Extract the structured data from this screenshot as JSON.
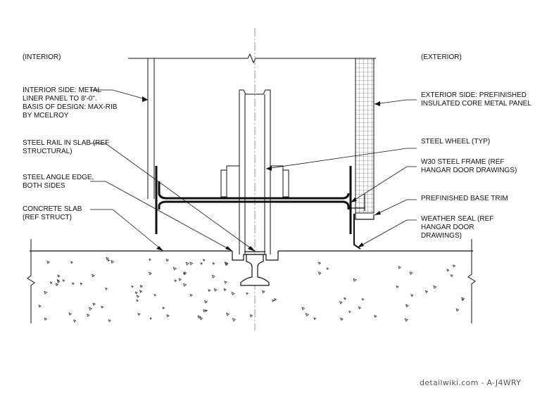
{
  "labels": {
    "interior": "(INTERIOR)",
    "exterior": "(EXTERIOR)",
    "interior_side": [
      "INTERIOR SIDE: METAL",
      "LINER PANEL TO 8'-0\".",
      "BASIS OF DESIGN: MAX-RIB",
      "BY MCELROY"
    ],
    "steel_rail": [
      "STEEL RAIL IN SLAB (REF",
      "STRUCTURAL)"
    ],
    "steel_angle": [
      "STEEL ANGLE EDGE,",
      "BOTH SIDES"
    ],
    "concrete_slab": [
      "CONCRETE SLAB",
      "(REF STRUCT)"
    ],
    "exterior_side": [
      "EXTERIOR SIDE: PREFINISHED",
      "INSULATED CORE METAL PANEL"
    ],
    "steel_wheel": [
      "STEEL WHEEL (TYP)"
    ],
    "w30_frame": [
      "W30 STEEL FRAME (REF",
      "HANGAR DOOR DRAWINGS)"
    ],
    "base_trim": [
      "PREFINISHED BASE TRIM"
    ],
    "weather_seal": [
      "WEATHER SEAL (REF",
      "HANGAR DOOR",
      "DRAWINGS)"
    ]
  },
  "source": "detailwiki.com - A-J4WRY"
}
